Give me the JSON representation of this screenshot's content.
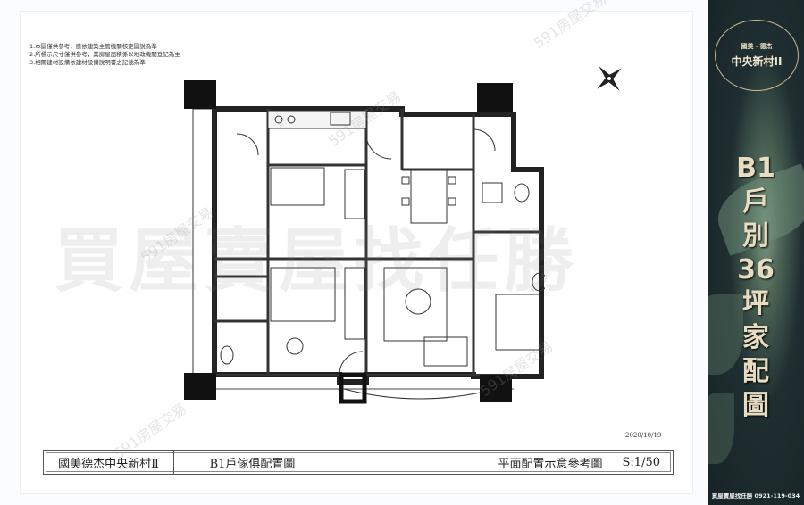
{
  "notes": [
    "1.本圖僅供參考，應依建築主管機關核定圖說為準",
    "2.所標示尺寸僅供參考，其房屋面積係以地政機關登記為主",
    "3.相關建材設備依建材設備說明書之記載為準"
  ],
  "date": "2020/10/19",
  "title_block": {
    "project": "國美德杰中央新村Ⅱ",
    "drawing": "B1戶傢俱配置圖",
    "description": "平面配置示意參考圖",
    "scale": "S:1/50"
  },
  "watermark": "買屋賣屋找任勝",
  "watermark_591": "591房屋交易",
  "side_panel": {
    "brand": "國美・德杰",
    "project": "中央新村II",
    "headline": [
      "B1",
      "戶",
      "別",
      "36",
      "坪",
      "家",
      "配",
      "圖"
    ],
    "contact": "買屋賣屋找任勝 0921-119-034"
  }
}
